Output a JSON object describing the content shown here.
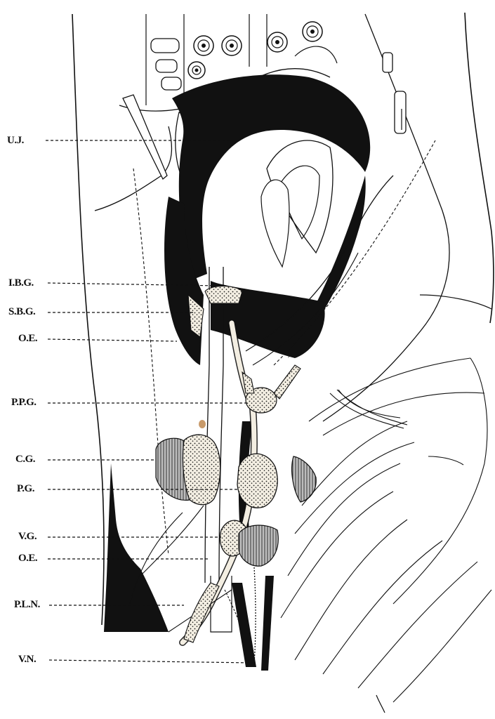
{
  "figure": {
    "labels": [
      {
        "id": "uj",
        "text": "U.J."
      },
      {
        "id": "ibg",
        "text": "I.B.G."
      },
      {
        "id": "sbg",
        "text": "S.B.G."
      },
      {
        "id": "oe1",
        "text": "O.E."
      },
      {
        "id": "ppg",
        "text": "P.P.G."
      },
      {
        "id": "cg",
        "text": "C.G."
      },
      {
        "id": "pg",
        "text": "P.G."
      },
      {
        "id": "vg",
        "text": "V.G."
      },
      {
        "id": "oe2",
        "text": "O.E."
      },
      {
        "id": "pln",
        "text": "P.L.N."
      },
      {
        "id": "vn",
        "text": "V.N."
      }
    ],
    "colors": {
      "ink": "#111111",
      "paper": "#ffffff",
      "ganglion_fill": "#efe9dc",
      "muscle_fill": "#8a8a8a",
      "accent_dot": "#c89a6a"
    }
  }
}
